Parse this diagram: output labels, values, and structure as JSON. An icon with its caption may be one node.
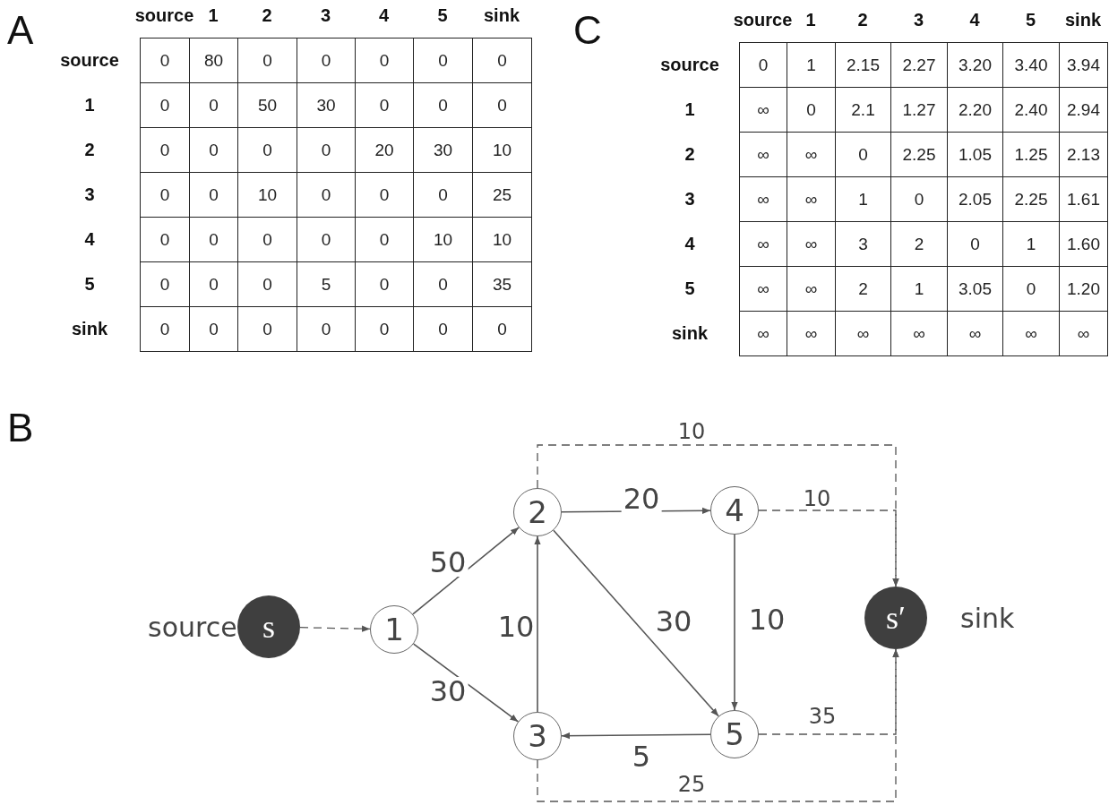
{
  "diagram": {
    "nodes": [
      {
        "text": [
          "s"
        ],
        "beside": [
          "source"
        ]
      },
      {
        "text": [
          "1"
        ]
      },
      {
        "text": [
          "2"
        ]
      },
      {
        "text": [
          "3"
        ]
      },
      {
        "text": [
          "4"
        ]
      },
      {
        "text": [
          "5"
        ]
      },
      {
        "text": [
          "s′"
        ],
        "beside": [
          "sink"
        ]
      }
    ],
    "edges": [
      {
        "from": 0,
        "to": 1,
        "arrow": "to",
        "style": "dashed"
      },
      {
        "from": 1,
        "to": 2,
        "arrow": "to",
        "label": "50"
      },
      {
        "from": 1,
        "to": 3,
        "arrow": "to",
        "label": "30"
      },
      {
        "from": 3,
        "to": 2,
        "arrow": "to",
        "label": "10"
      },
      {
        "from": 2,
        "to": 4,
        "arrow": "to",
        "label": "20"
      },
      {
        "from": 2,
        "to": 5,
        "arrow": "to",
        "label": "30"
      },
      {
        "from": 4,
        "to": 5,
        "arrow": "to",
        "label": "10"
      },
      {
        "from": 5,
        "to": 3,
        "arrow": "to",
        "label": "5"
      },
      {
        "from": 2,
        "to": 6,
        "arrow": "to",
        "style": "dashed",
        "label": "10"
      },
      {
        "from": 4,
        "to": 6,
        "arrow": "to",
        "style": "dashed",
        "label": "10"
      },
      {
        "from": 5,
        "to": 6,
        "arrow": "to",
        "style": "dashed",
        "label": "35"
      },
      {
        "from": 3,
        "to": 6,
        "arrow": "to",
        "style": "dashed",
        "label": "25"
      }
    ],
    "labels": [
      "A",
      "source",
      "1",
      "2",
      "3",
      "4",
      "5",
      "sink",
      "source",
      "0",
      "80",
      "0",
      "0",
      "0",
      "0",
      "0",
      "1",
      "0",
      "0",
      "50",
      "30",
      "0",
      "0",
      "0",
      "2",
      "0",
      "0",
      "0",
      "0",
      "20",
      "30",
      "10",
      "3",
      "0",
      "0",
      "10",
      "0",
      "0",
      "0",
      "25",
      "4",
      "0",
      "0",
      "0",
      "0",
      "0",
      "10",
      "10",
      "5",
      "0",
      "0",
      "0",
      "5",
      "0",
      "0",
      "35",
      "sink",
      "0",
      "0",
      "0",
      "0",
      "0",
      "0",
      "0",
      "C",
      "source",
      "1",
      "2",
      "3",
      "4",
      "5",
      "sink",
      "source",
      "0",
      "1",
      "2.15",
      "2.27",
      "3.20",
      "3.40",
      "3.94",
      "1",
      "∞",
      "0",
      "2.1",
      "1.27",
      "2.20",
      "2.40",
      "2.94",
      "2",
      "∞",
      "∞",
      "0",
      "2.25",
      "1.05",
      "1.25",
      "2.13",
      "3",
      "∞",
      "∞",
      "1",
      "0",
      "2.05",
      "2.25",
      "1.61",
      "4",
      "∞",
      "∞",
      "3",
      "2",
      "0",
      "1",
      "1.60",
      "5",
      "∞",
      "∞",
      "2",
      "1",
      "3.05",
      "0",
      "1.20",
      "sink",
      "∞",
      "∞",
      "∞",
      "∞",
      "∞",
      "∞",
      "∞",
      "B"
    ]
  }
}
